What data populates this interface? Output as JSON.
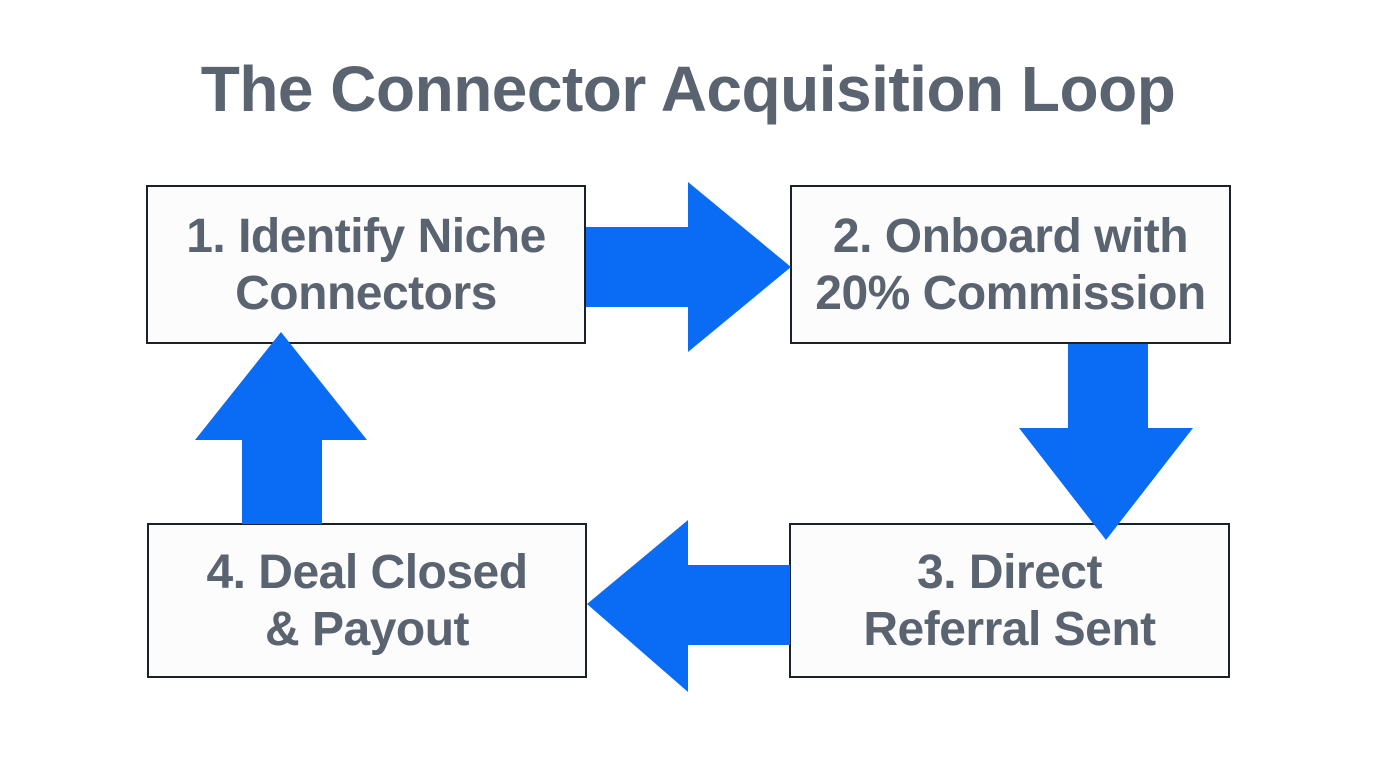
{
  "title": "The Connector Acquisition Loop",
  "colors": {
    "arrow": "#0a6cf5",
    "text": "#5a6370",
    "box_border": "#1a2129",
    "box_fill": "#fcfcfd",
    "background": "#ffffff"
  },
  "steps": [
    {
      "line1": "1. Identify Niche",
      "line2": "Connectors"
    },
    {
      "line1": "2. Onboard with",
      "line2": "20% Commission"
    },
    {
      "line1": "3. Direct",
      "line2": "Referral Sent"
    },
    {
      "line1": "4. Deal Closed",
      "line2": "& Payout"
    }
  ],
  "arrows": [
    {
      "name": "arrow-right",
      "direction": "right",
      "from_step": 1,
      "to_step": 2
    },
    {
      "name": "arrow-down",
      "direction": "down",
      "from_step": 2,
      "to_step": 3
    },
    {
      "name": "arrow-left",
      "direction": "left",
      "from_step": 3,
      "to_step": 4
    },
    {
      "name": "arrow-up",
      "direction": "up",
      "from_step": 4,
      "to_step": 1
    }
  ]
}
